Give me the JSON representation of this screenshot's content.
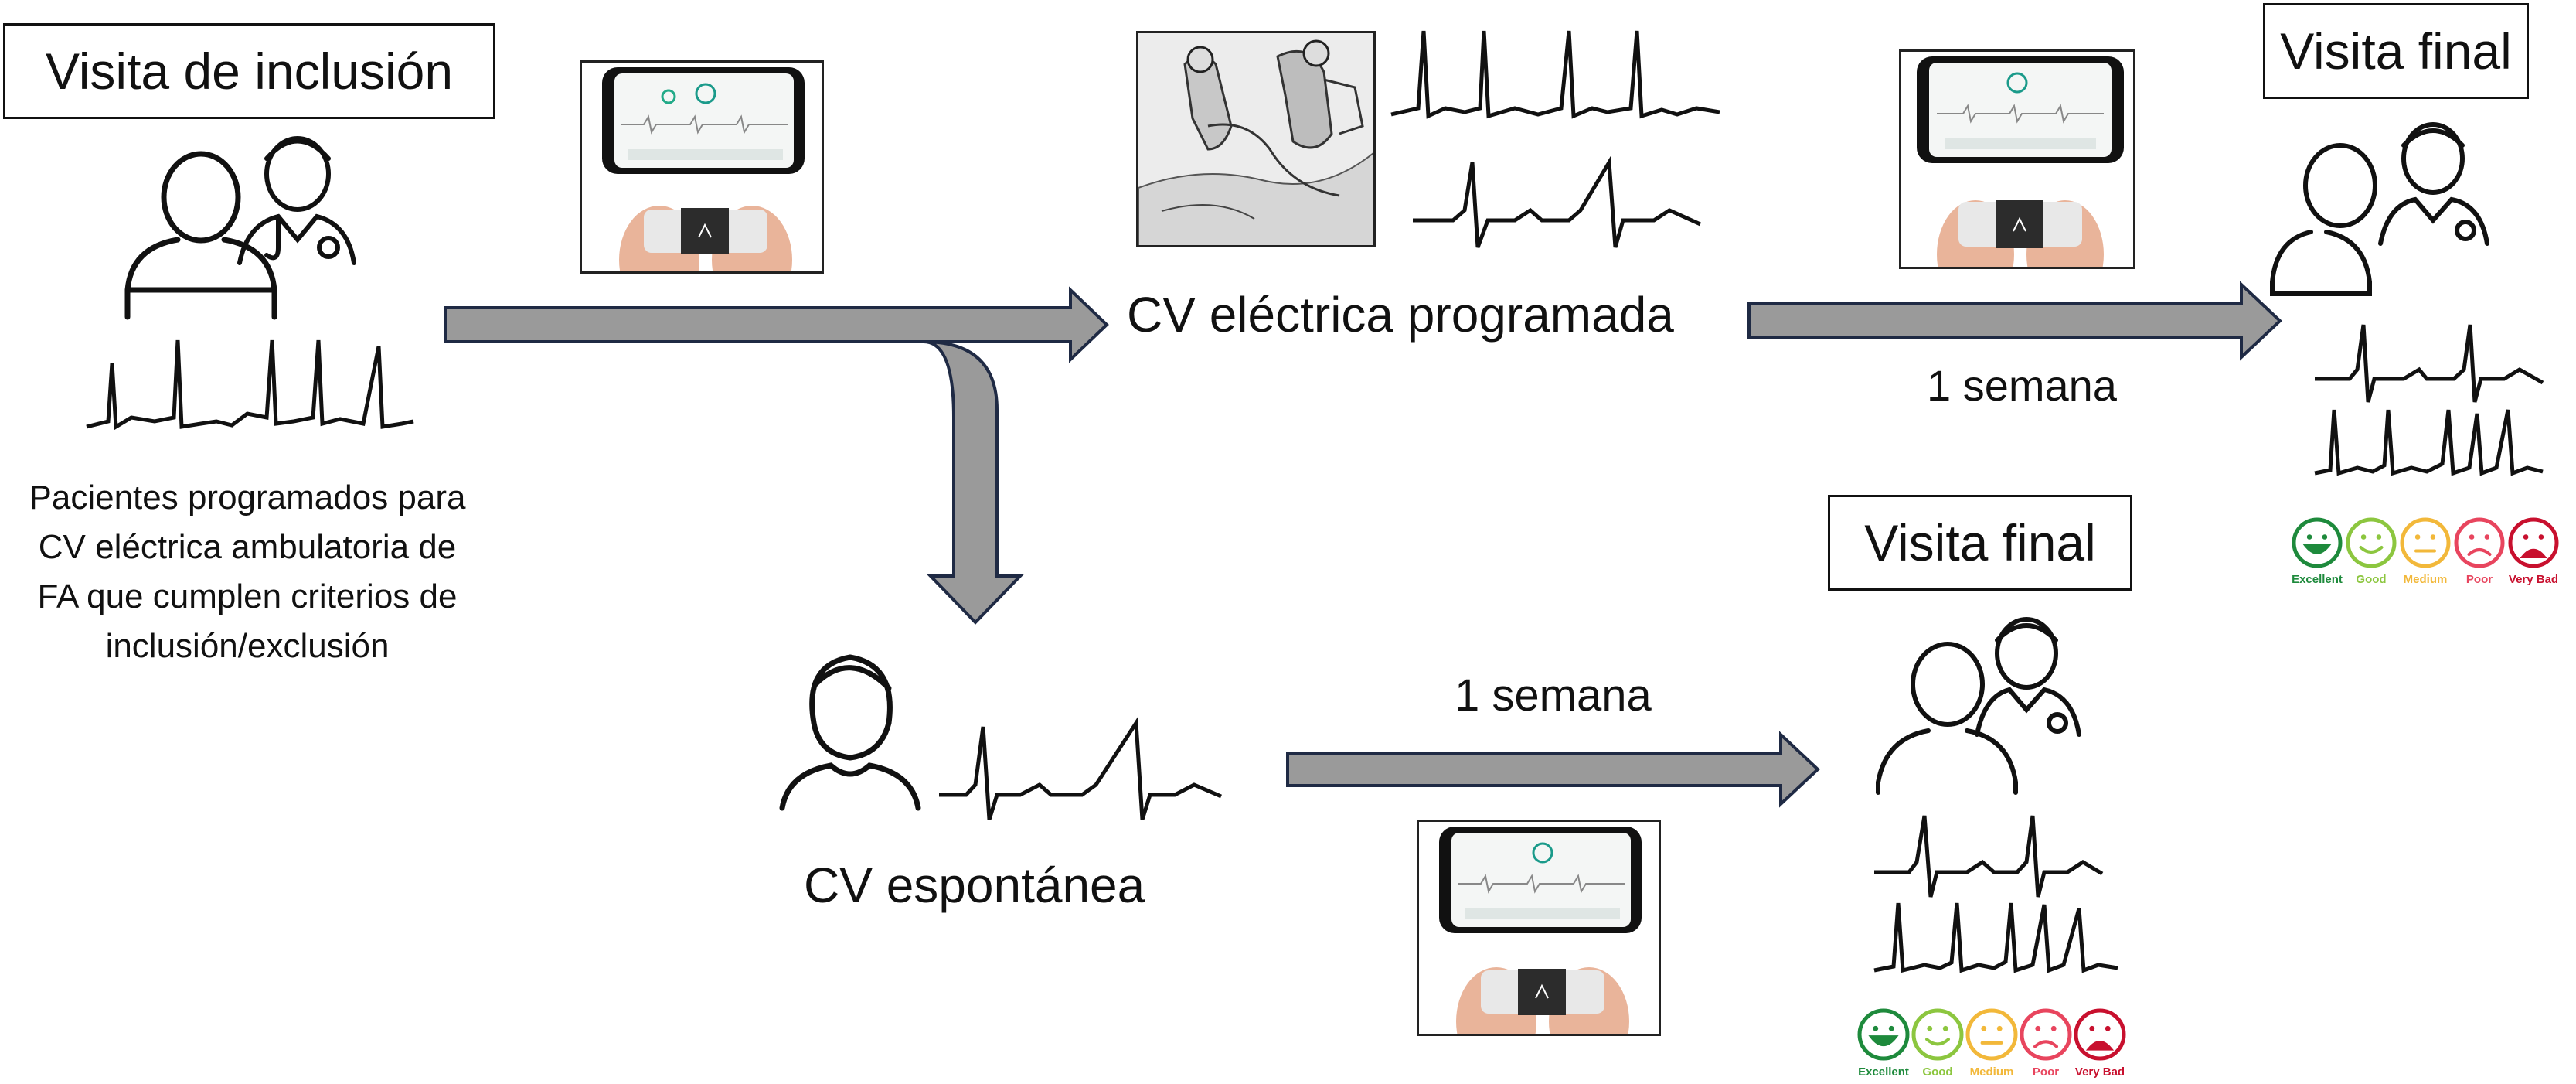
{
  "boxes": {
    "inclusion": "Visita de inclusión",
    "final_top": "Visita final",
    "final_bottom": "Visita final"
  },
  "labels": {
    "cv_electrica": "CV eléctrica programada",
    "cv_espontanea": "CV espontánea",
    "semana_top": "1 semana",
    "semana_bottom": "1 semana"
  },
  "inclusion_desc": [
    "Pacientes programados para",
    "CV eléctrica ambulatoria de",
    "FA que cumplen criterios de",
    "inclusión/exclusión"
  ],
  "rating_scale": [
    {
      "label": "Excellent",
      "color": "#1e8a3c",
      "mood": "excellent"
    },
    {
      "label": "Good",
      "color": "#8cc63f",
      "mood": "good"
    },
    {
      "label": "Medium",
      "color": "#f2b83a",
      "mood": "medium"
    },
    {
      "label": "Poor",
      "color": "#e8455e",
      "mood": "poor"
    },
    {
      "label": "Very Bad",
      "color": "#c8102e",
      "mood": "verybad"
    }
  ],
  "colors": {
    "arrow_fill": "#9a9a9a",
    "arrow_stroke": "#1f2a44",
    "line": "#111111"
  },
  "icons": [
    "patient-icon",
    "doctor-icon",
    "ecg-trace",
    "kardia-device-icon",
    "cardioversion-illustration"
  ]
}
